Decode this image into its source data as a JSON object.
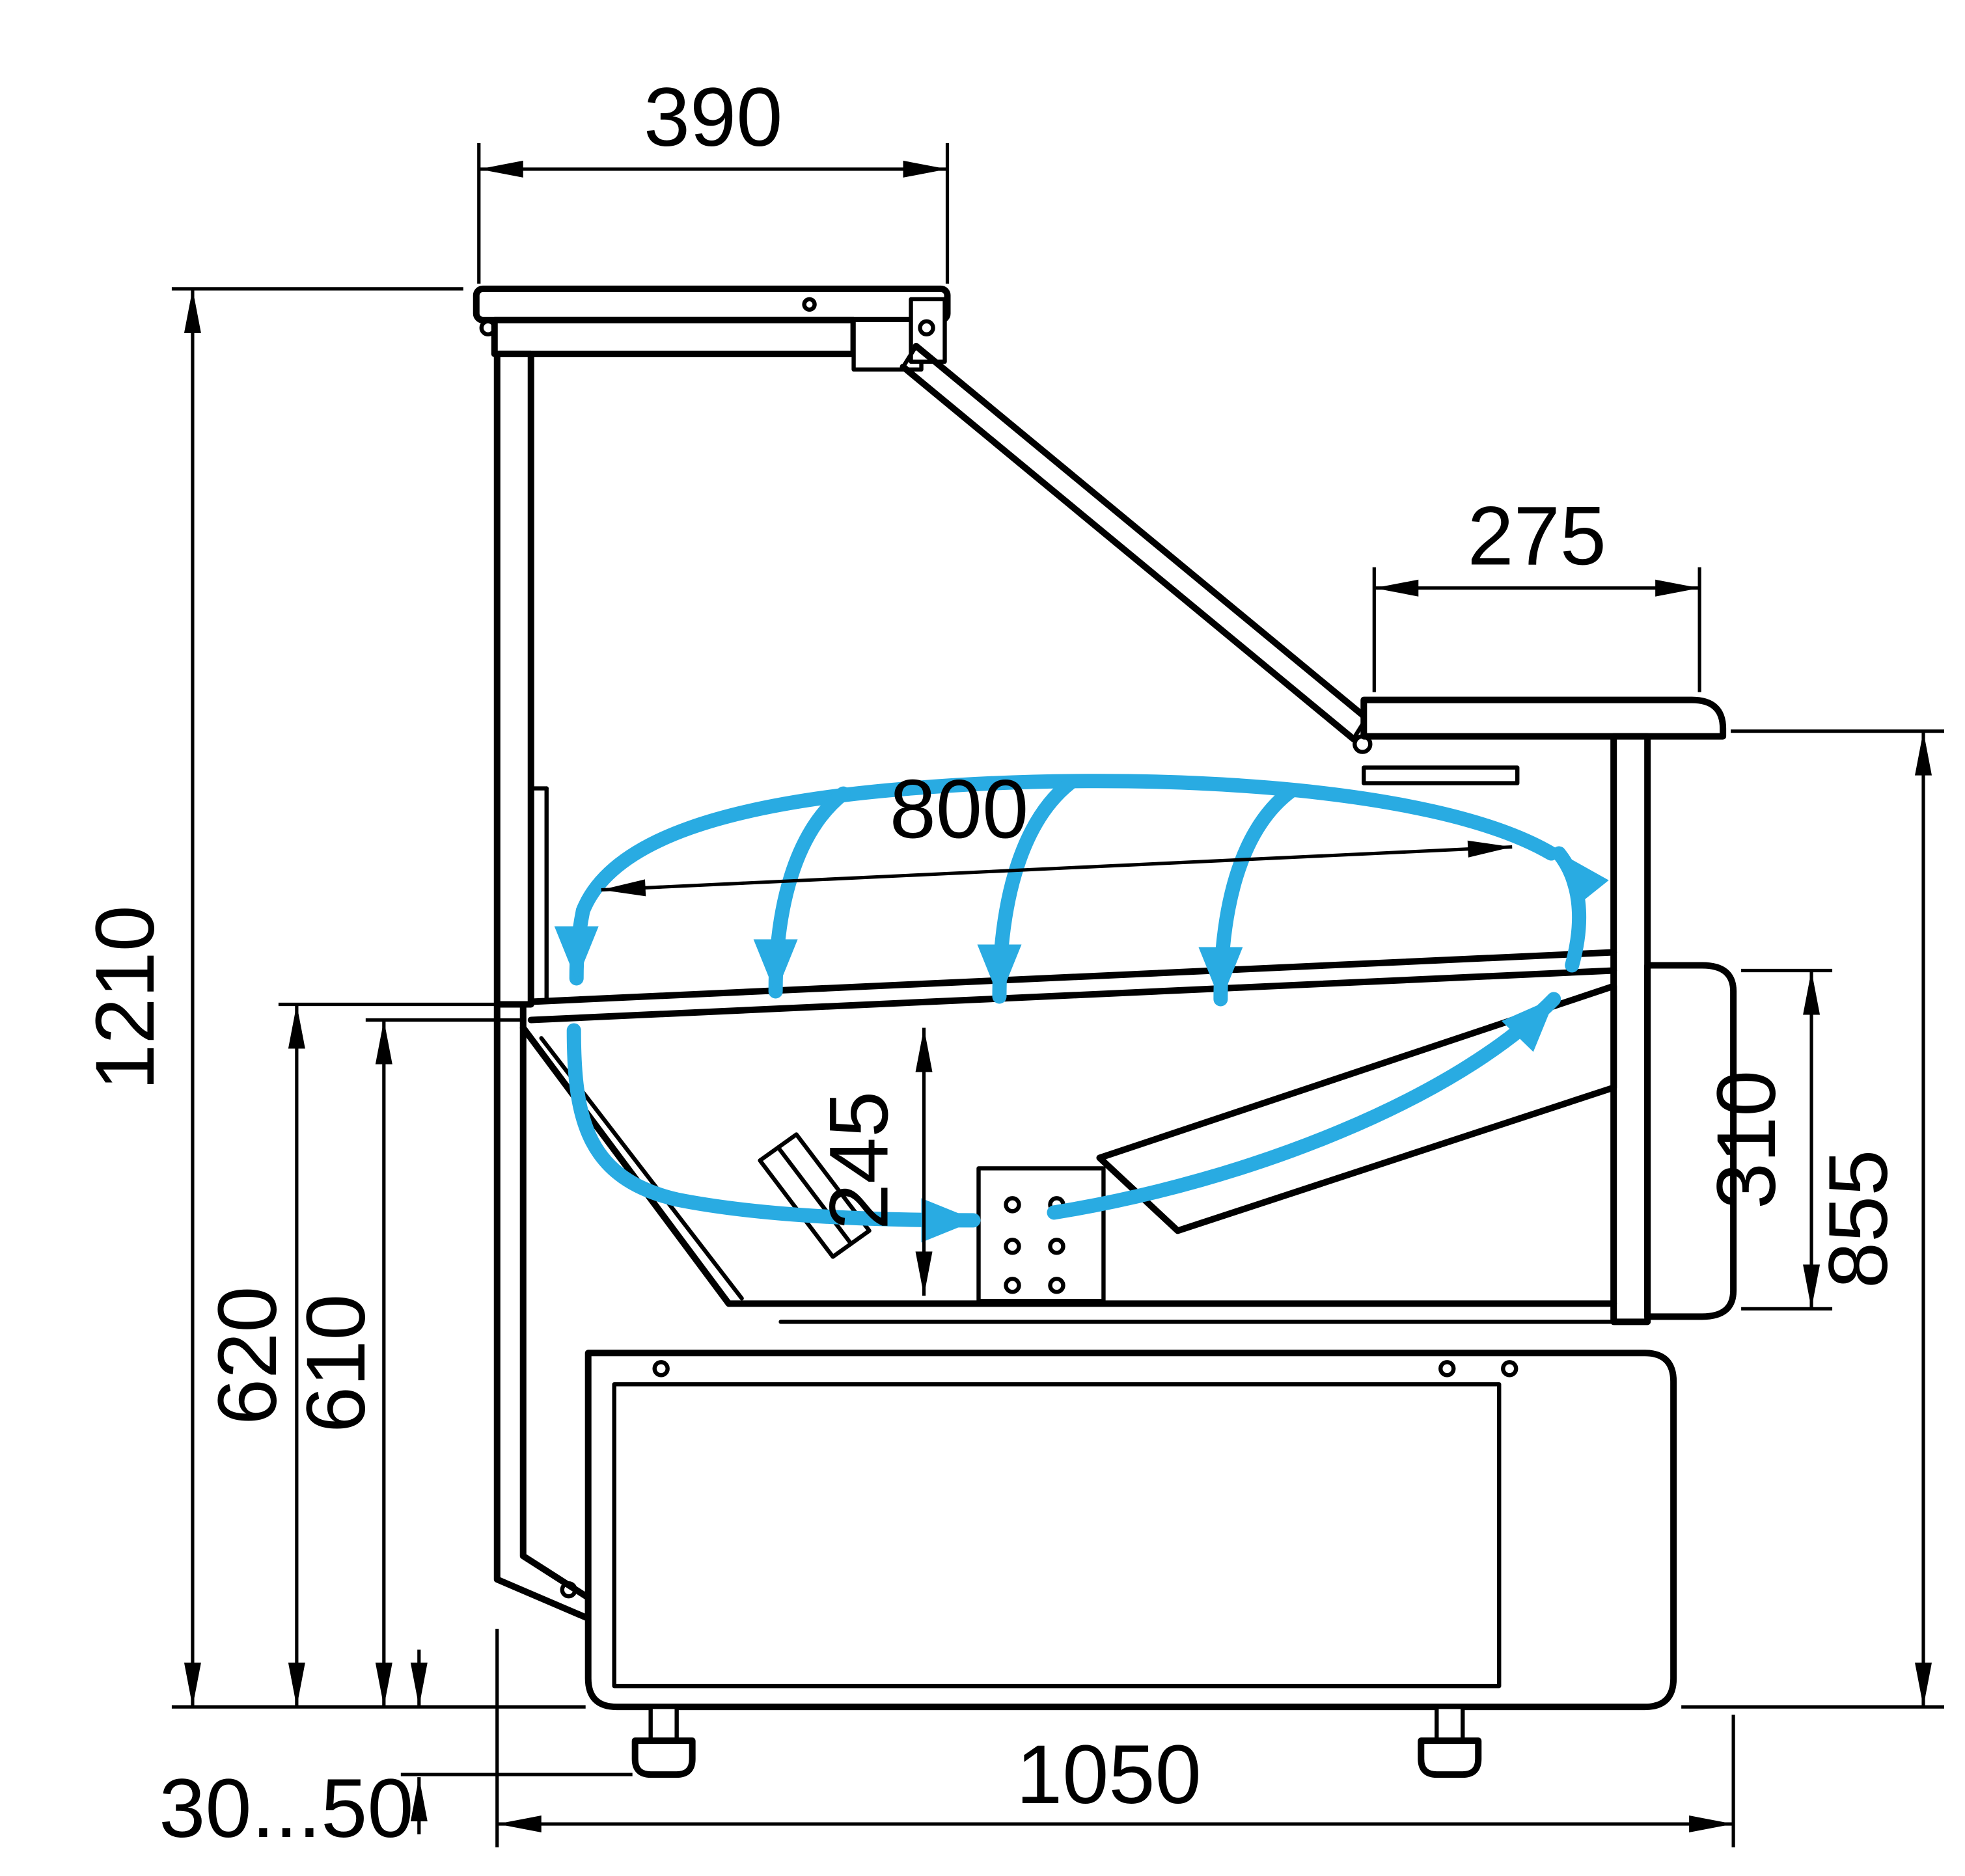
{
  "diagram": {
    "type": "technical-drawing",
    "subject": "refrigerated-display-case-cross-section-side-view",
    "colors": {
      "outline": "#000000",
      "airflow": "#29ABE2",
      "background": "#FFFFFF"
    },
    "dimension_labels": {
      "canopy_width": "390",
      "counter_depth": "275",
      "display_depth": "800",
      "overall_height": "1210",
      "back_height_outer": "620",
      "back_height_inner": "610",
      "well_depth": "245",
      "front_panel_height": "310",
      "counter_height": "855",
      "foot_adjustment": "30...50",
      "base_width": "1050"
    }
  }
}
